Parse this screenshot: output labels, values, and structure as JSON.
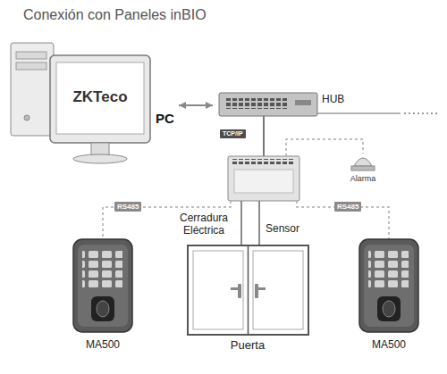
{
  "diagram": {
    "title": "Conexión con Paneles inBIO",
    "nodes": [
      {
        "text": [
          "ZKTeco",
          "PC"
        ]
      },
      {
        "text": [
          "HUB"
        ]
      },
      {
        "text": [
          "Alarma"
        ]
      },
      {
        "text": [
          "MA500"
        ]
      },
      {
        "text": [
          "Puerta"
        ]
      },
      {
        "text": [
          "MA500"
        ]
      }
    ],
    "edges": [
      {
        "from": 0,
        "to": 1,
        "arrow": "both"
      }
    ],
    "labels": [
      "TCP/IP",
      "RS485",
      "RS485",
      "Cerradura Eléctrica",
      "Sensor"
    ]
  }
}
